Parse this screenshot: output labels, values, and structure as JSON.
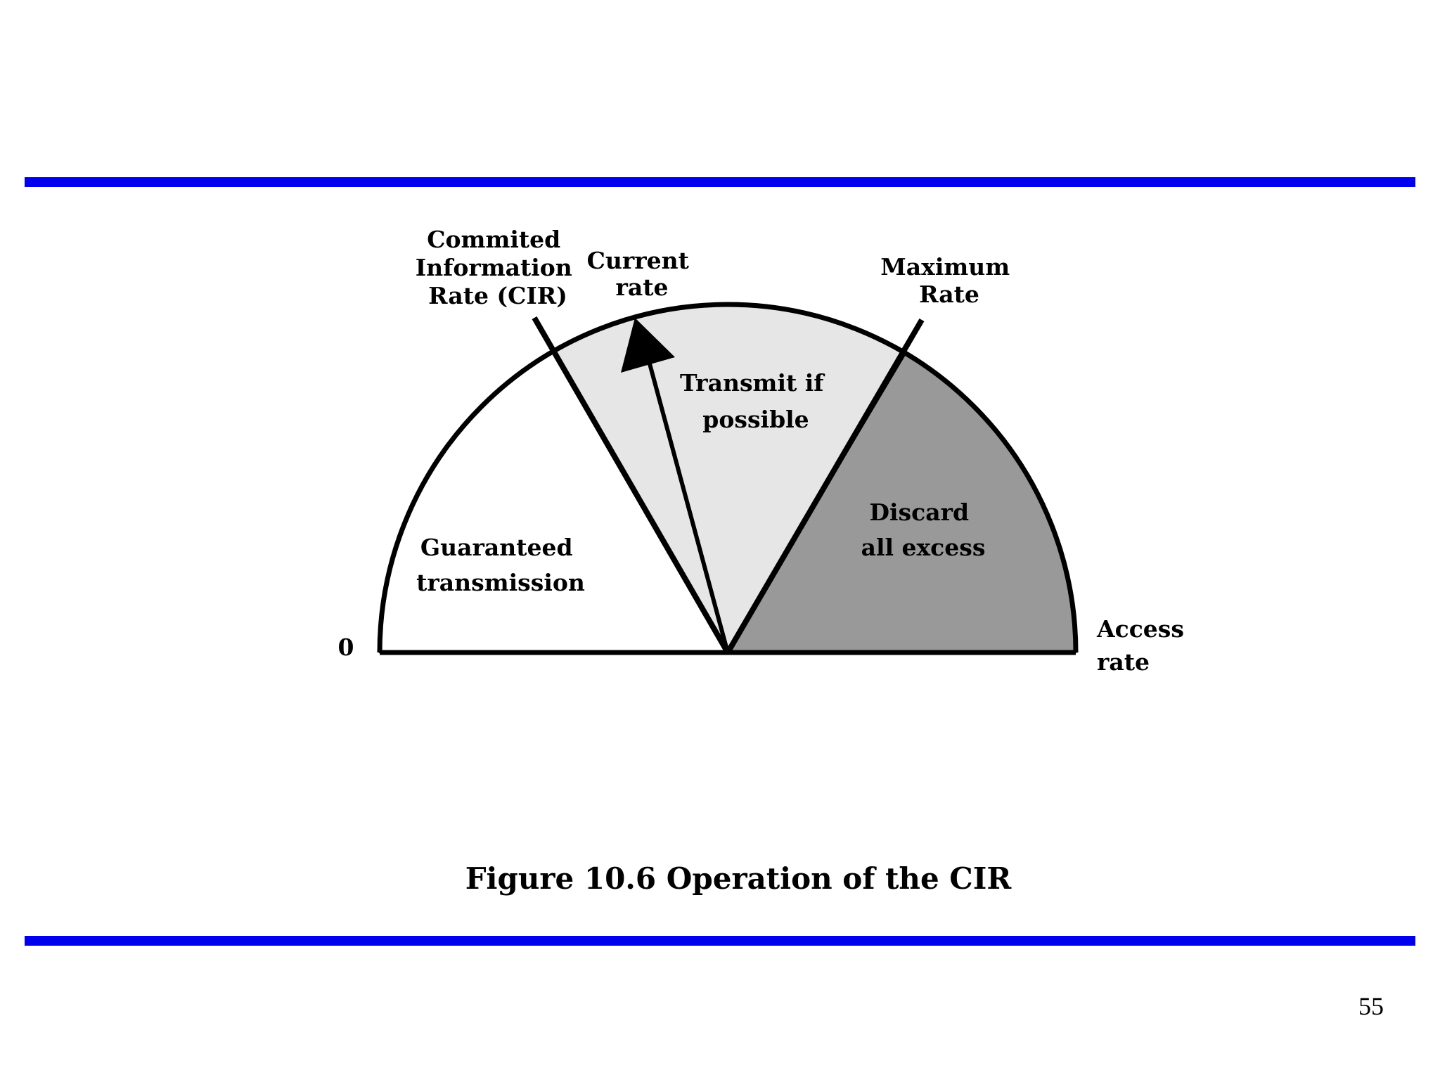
{
  "colors": {
    "rule": "#0000ee",
    "guaranteed_fill": "#ffffff",
    "transmit_fill": "#e6e6e6",
    "discard_fill": "#999999",
    "outline": "#000000"
  },
  "diagram": {
    "labels": {
      "cir": [
        "Commited",
        "Information",
        "Rate (CIR)"
      ],
      "current_rate": [
        "Current",
        "rate"
      ],
      "maximum_rate": [
        "Maximum",
        "Rate"
      ],
      "zero": "0",
      "access_rate": [
        "Access",
        "rate"
      ]
    },
    "regions": {
      "guaranteed": [
        "Guaranteed",
        "transmission"
      ],
      "transmit": [
        "Transmit if",
        "possible"
      ],
      "discard": [
        "Discard",
        "all excess"
      ]
    },
    "caption": "Figure 10.6  Operation of the CIR"
  },
  "page_number": "55"
}
